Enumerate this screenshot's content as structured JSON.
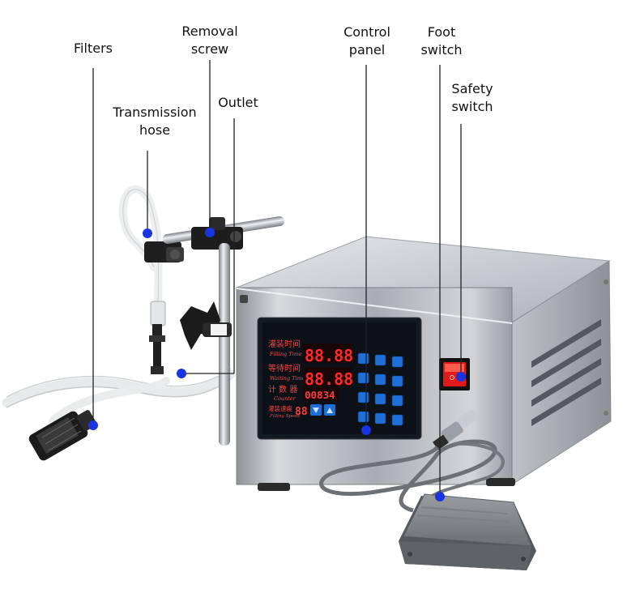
{
  "labels": {
    "filters": "Filters",
    "removal_screw": [
      "Removal",
      "screw"
    ],
    "transmission_hose": [
      "Transmission",
      "hose"
    ],
    "outlet": "Outlet",
    "control_panel": [
      "Control",
      "panel"
    ],
    "foot_switch": [
      "Foot",
      "switch"
    ],
    "safety_switch": [
      "Safety",
      "switch"
    ]
  },
  "panel": {
    "filling_time_cn": "灌装时间",
    "filling_time_en": "Filling Time",
    "filling_time_value": "88.88",
    "waiting_time_cn": "等待时间",
    "waiting_time_en": "Waiting Time",
    "waiting_time_value": "88.88",
    "counter_cn": "计 数 器",
    "counter_en": "Counter",
    "counter_value": "00834",
    "filling_speed_cn": "灌装速度",
    "filling_speed_en": "Filling Speed",
    "filling_speed_value": "88"
  },
  "colors": {
    "marker": "#1a35e0",
    "display_red": "#ff2a2a",
    "button_blue": "#1d6fd8",
    "safety_switch_red": "#e01a1a",
    "steel": "#b9bcc1"
  }
}
